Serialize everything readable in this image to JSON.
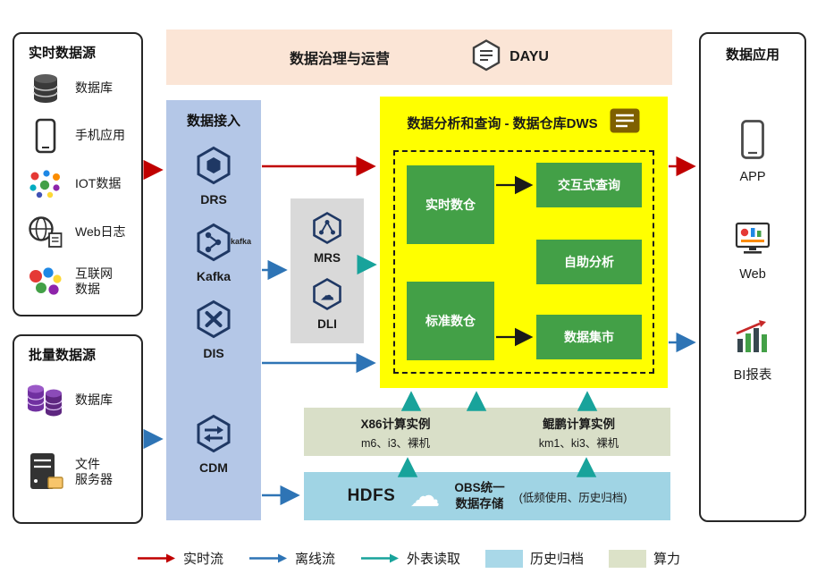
{
  "governance": {
    "title": "数据治理与运营",
    "product_name": "DAYU"
  },
  "realtime_sources": {
    "title": "实时数据源",
    "items": [
      {
        "label": "数据库"
      },
      {
        "label": "手机应用"
      },
      {
        "label": "IOT数据"
      },
      {
        "label": "Web日志"
      },
      {
        "label": "互联网",
        "label2": "数据"
      }
    ]
  },
  "batch_sources": {
    "title": "批量数据源",
    "items": [
      {
        "label": "数据库"
      },
      {
        "label": "文件",
        "label2": "服务器"
      }
    ]
  },
  "ingestion": {
    "title": "数据接入",
    "items": [
      {
        "label": "DRS"
      },
      {
        "label": "Kafka",
        "badge": "kafka"
      },
      {
        "label": "DIS"
      },
      {
        "label": "CDM"
      }
    ]
  },
  "processing": {
    "items": [
      {
        "label": "MRS"
      },
      {
        "label": "DLI"
      }
    ]
  },
  "dws": {
    "title": "数据分析和查询 - 数据仓库DWS",
    "warehouses": [
      {
        "label": "实时数仓"
      },
      {
        "label": "标准数仓"
      }
    ],
    "services": [
      {
        "label": "交互式查询"
      },
      {
        "label": "自助分析"
      },
      {
        "label": "数据集市"
      }
    ]
  },
  "compute": {
    "instances": [
      {
        "title": "X86计算实例",
        "spec": "m6、i3、裸机"
      },
      {
        "title": "鲲鹏计算实例",
        "spec": "km1、ki3、裸机"
      }
    ]
  },
  "storage": {
    "hdfs_label": "HDFS",
    "obs_line1": "OBS统一",
    "obs_line2": "数据存储",
    "obs_note": "(低频使用、历史归档)"
  },
  "applications": {
    "title": "数据应用",
    "items": [
      {
        "label": "APP"
      },
      {
        "label": "Web"
      },
      {
        "label": "BI报表"
      }
    ]
  },
  "legend": {
    "items": [
      {
        "label": "实时流",
        "type": "arrow",
        "color": "#C00000"
      },
      {
        "label": "离线流",
        "type": "arrow",
        "color": "#2E74B5"
      },
      {
        "label": "外表读取",
        "type": "arrow",
        "color": "#18A39B"
      },
      {
        "label": "历史归档",
        "type": "swatch",
        "color": "#A9D8E8"
      },
      {
        "label": "算力",
        "type": "swatch",
        "color": "#DCE2C8"
      }
    ]
  }
}
